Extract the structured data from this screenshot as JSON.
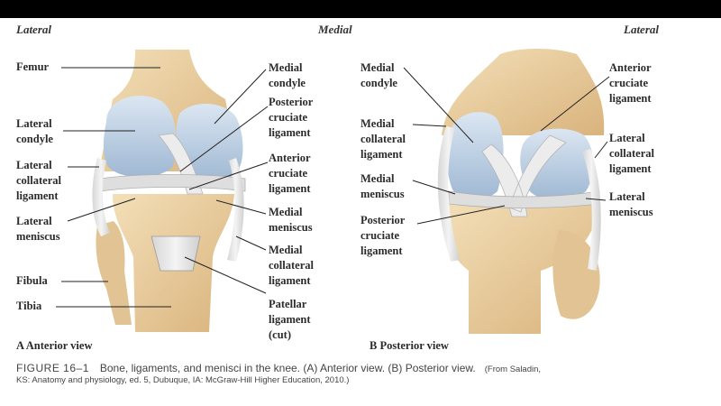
{
  "headers": {
    "left_lateral": "Lateral",
    "medial": "Medial",
    "right_lateral": "Lateral"
  },
  "anterior": {
    "title": "A  Anterior view",
    "labels": {
      "femur": "Femur",
      "lateral_condyle": "Lateral\ncondyle",
      "lateral_collateral_ligament": "Lateral\ncollateral\nligament",
      "lateral_meniscus": "Lateral\nmeniscus",
      "fibula": "Fibula",
      "tibia": "Tibia",
      "medial_condyle": "Medial\ncondyle",
      "posterior_cruciate_ligament": "Posterior\ncruciate\nligament",
      "anterior_cruciate_ligament": "Anterior\ncruciate\nligament",
      "medial_meniscus": "Medial\nmeniscus",
      "medial_collateral_ligament": "Medial\ncollateral\nligament",
      "patellar_ligament": "Patellar\nligament\n(cut)"
    }
  },
  "posterior": {
    "title": "B  Posterior view",
    "labels": {
      "medial_condyle": "Medial\ncondyle",
      "medial_collateral_ligament": "Medial\ncollateral\nligament",
      "medial_meniscus": "Medial\nmeniscus",
      "posterior_cruciate_ligament": "Posterior\ncruciate\nligament",
      "anterior_cruciate_ligament": "Anterior\ncruciate\nligament",
      "lateral_collateral_ligament": "Lateral\ncollateral\nligament",
      "lateral_meniscus": "Lateral\nmeniscus"
    }
  },
  "caption": {
    "figure": "FIGURE 16–1",
    "text": "Bone, ligaments, and menisci in the knee. (A) Anterior view. (B) Posterior view.",
    "source_a": "(From Saladin,",
    "source_b": "KS: Anatomy and physiology, ed. 5, Dubuque, IA: McGraw-Hill Higher Education, 2010.)"
  },
  "colors": {
    "bone": "#e8cfa0",
    "cartilage": "#b9cde3",
    "ligament": "#e6e6e6",
    "leader": "#222222"
  }
}
